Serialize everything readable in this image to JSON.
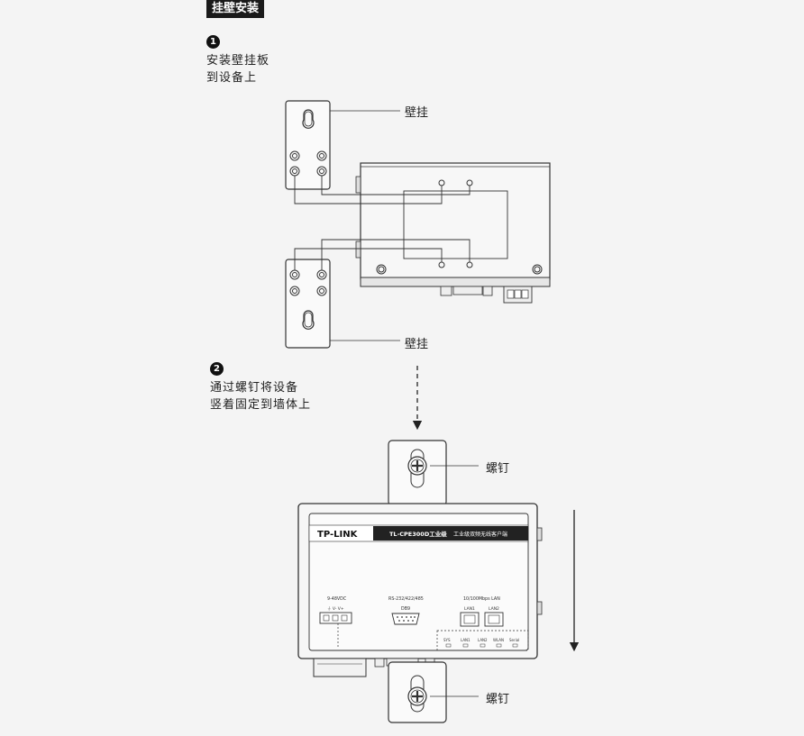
{
  "section_title": "挂壁安装",
  "step1": {
    "number": "1",
    "line1": "安装壁挂板",
    "line2": "到设备上"
  },
  "step2": {
    "number": "2",
    "line1": "通过螺钉将设备",
    "line2": "竖着固定到墙体上"
  },
  "callouts": {
    "bracket_top": "壁挂",
    "bracket_bottom": "壁挂",
    "screw_top": "螺钉",
    "screw_bottom": "螺钉"
  },
  "device": {
    "brand": "TP-LINK",
    "model": "TL-CPE300D工业级",
    "subtitle": "工业级双频无线客户端",
    "power_label": "9-48VDC",
    "power_pins": "⏚  V-  V+",
    "serial_label": "RS-232/422/485",
    "serial_port": "DB9",
    "lan_label": "10/100Mbps LAN",
    "lan1": "LAN1",
    "lan2": "LAN2",
    "leds": [
      "SYS",
      "LAN1",
      "LAN2",
      "WLAN",
      "Serial"
    ]
  }
}
